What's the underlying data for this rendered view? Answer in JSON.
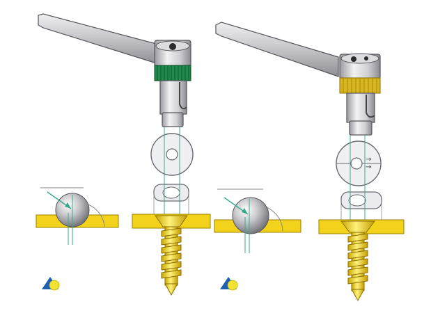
{
  "figure": {
    "panels": [
      {
        "id": "left",
        "drill_guide_collar_color": "#1f8a4a",
        "screw_hole_type": "round"
      },
      {
        "id": "right",
        "drill_guide_collar_color": "#d8b623",
        "screw_hole_type": "oval",
        "arrow_marks": [
          "→",
          "→"
        ]
      }
    ],
    "colors": {
      "bone_yellow": "#f2d21a",
      "screw_yellow": "#f2d21a",
      "metal_light": "#e6e6ea",
      "metal_dark": "#8a8a90",
      "guide_line": "#3aa88e",
      "logo_blue": "#1d5fb0",
      "logo_yellow": "#f2e233"
    }
  }
}
